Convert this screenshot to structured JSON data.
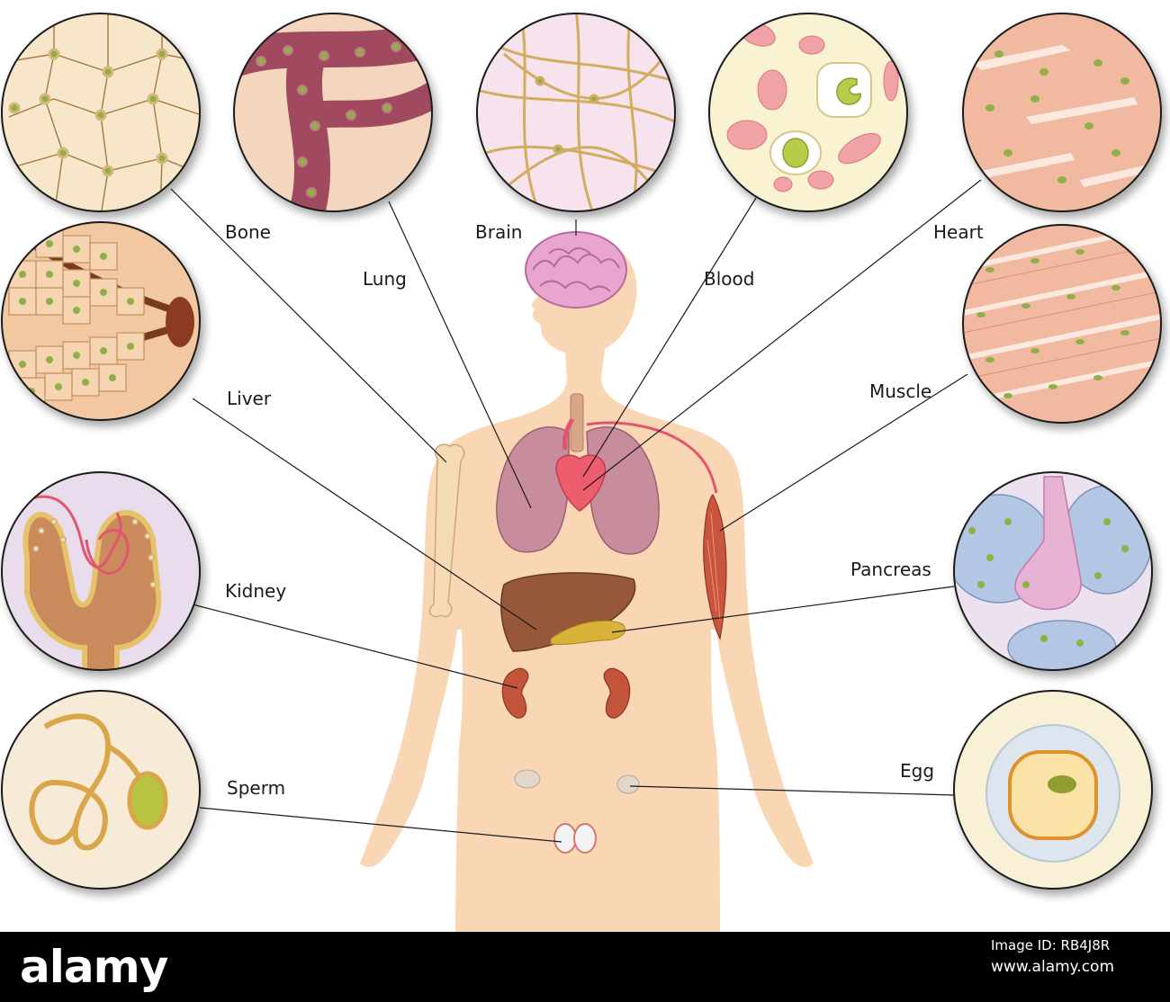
{
  "labels": {
    "bone": "Bone",
    "lung": "Lung",
    "brain": "Brain",
    "blood": "Blood",
    "heart": "Heart",
    "liver": "Liver",
    "muscle": "Muscle",
    "kidney": "Kidney",
    "pancreas": "Pancreas",
    "sperm": "Sperm",
    "egg": "Egg"
  },
  "footer": {
    "logo": "alamy",
    "image_id": "Image ID: RB4J8R",
    "url": "www.alamy.com"
  },
  "colors": {
    "body": "#fad7b4",
    "circle_border": "#1a1a1a",
    "leader_line": "#1a1a1a",
    "footer_bg": "#000000"
  }
}
